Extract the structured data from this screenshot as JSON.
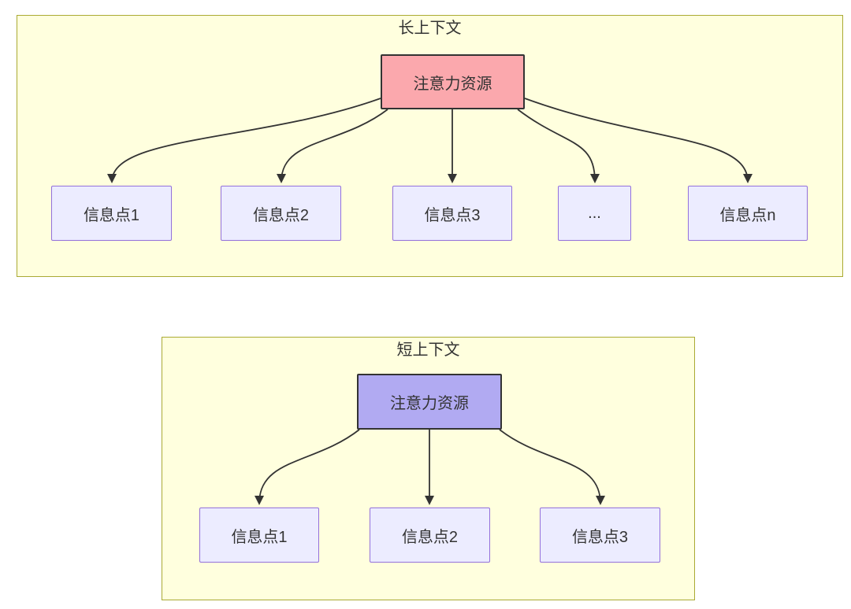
{
  "diagram": {
    "type": "flowchart-comparison",
    "colors": {
      "page_background": "#ffffff",
      "cluster_fill": "#ffffde",
      "cluster_border": "#aaaa33",
      "info_node_fill": "#ececff",
      "info_node_border": "#9370db",
      "long_root_fill": "#fba8ad",
      "short_root_fill": "#b1aaf2",
      "root_border": "#333333",
      "edge_color": "#333333",
      "text_color": "#333333"
    },
    "clusters": [
      {
        "title": "长上下文",
        "root": {
          "label": "注意力资源"
        },
        "children": [
          {
            "label": "信息点1"
          },
          {
            "label": "信息点2"
          },
          {
            "label": "信息点3"
          },
          {
            "label": "..."
          },
          {
            "label": "信息点n"
          }
        ]
      },
      {
        "title": "短上下文",
        "root": {
          "label": "注意力资源"
        },
        "children": [
          {
            "label": "信息点1"
          },
          {
            "label": "信息点2"
          },
          {
            "label": "信息点3"
          }
        ]
      }
    ]
  }
}
